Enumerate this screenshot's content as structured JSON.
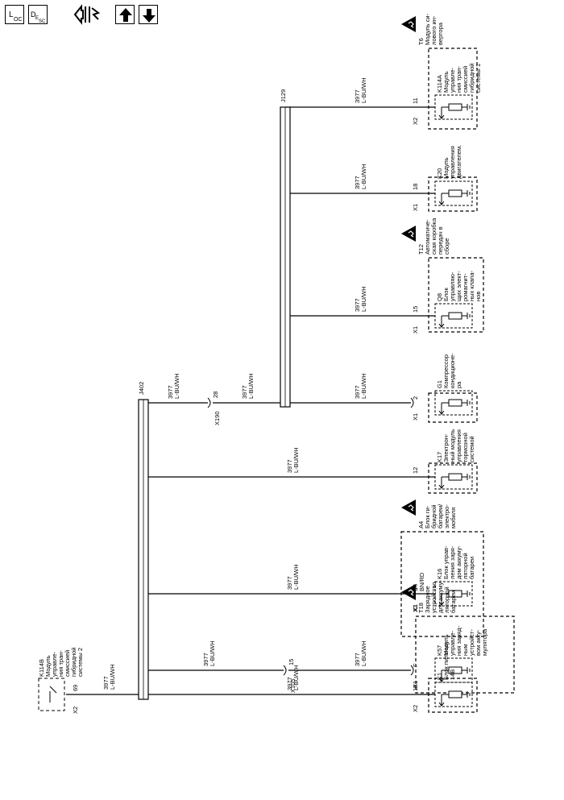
{
  "toolbar": {
    "loc_main": "L",
    "loc_sub": "OC",
    "desc_main": "D",
    "desc_sub1": "E",
    "desc_sub2": "SC",
    "buttons": [
      "loc-button",
      "desc-button",
      "connector-button",
      "up-button",
      "down-button"
    ]
  },
  "circuit": {
    "num": "3977",
    "color": "L-BU/WH"
  },
  "splices": {
    "left": "J402",
    "right": "J129"
  },
  "inline": [
    {
      "conn": "X190",
      "pin": "28"
    },
    {
      "conn": "X105",
      "pin": "15"
    }
  ],
  "source": {
    "id": "K114B",
    "lines": [
      "Модуль",
      "управле-",
      "ния тран-",
      "смиссией",
      "гибридной",
      "системы 2"
    ],
    "conn": "X2",
    "pin": "69"
  },
  "modules": [
    {
      "id": "K114A",
      "lines": [
        "Модуль",
        "управле-",
        "ния тран-",
        "смиссией",
        "гибридной",
        "системы 1"
      ],
      "conn": "X2",
      "pin": "11",
      "group": {
        "id": "T6",
        "lines": [
          "Модуль си-",
          "лового ин-",
          "вертора"
        ]
      }
    },
    {
      "id": "K20",
      "lines": [
        "Модуль",
        "управления",
        "двигателем."
      ],
      "conn": "X1",
      "pin": "18"
    },
    {
      "id": "Q8",
      "lines": [
        "Блок",
        "управляю-",
        "щих элект-",
        "ромагнит-",
        "ных клапа-",
        "нов"
      ],
      "conn": "X1",
      "pin": "15",
      "group": {
        "id": "T12",
        "lines": [
          "Автоматиче-",
          "ская коробка",
          "передач в",
          "сборе"
        ]
      }
    },
    {
      "id": "G1",
      "lines": [
        "Компрессор",
        "кондиционе-",
        "ра"
      ],
      "conn": "X1",
      "pin": "2"
    },
    {
      "id": "K17",
      "lines": [
        "Электрон-",
        "ный модуль",
        "управления",
        "тормозной",
        "системой"
      ],
      "conn": "",
      "pin": "12"
    },
    {
      "id": "K16",
      "lines": [
        "Блок управ-",
        "ления заря-",
        "дом аккуму-",
        "ляторной",
        "батареи"
      ],
      "conn": "X1",
      "pin": "14",
      "x2conn": "X2",
      "x2pin": "3",
      "x2wire": "BN/RD",
      "group": {
        "id": "A4",
        "lines": [
          "Блок ги-",
          "бридной",
          "батареи/",
          "электро-",
          "мобиля"
        ]
      }
    },
    {
      "id": "K57",
      "lines": [
        "Модуль",
        "управле-",
        "ния заряд-",
        "ным",
        "устройст-",
        "вом акку-",
        "мулятора"
      ],
      "conn": "X1",
      "pin": "F",
      "group": {
        "id": "T18",
        "lines": [
          "Зарядное",
          "устройство",
          "для аккуму-",
          "ляторной",
          "батареи"
        ]
      }
    },
    {
      "id": "K1",
      "lines": [
        "Блок питания",
        "14В"
      ],
      "conn": "X2",
      "pin": "10"
    }
  ]
}
